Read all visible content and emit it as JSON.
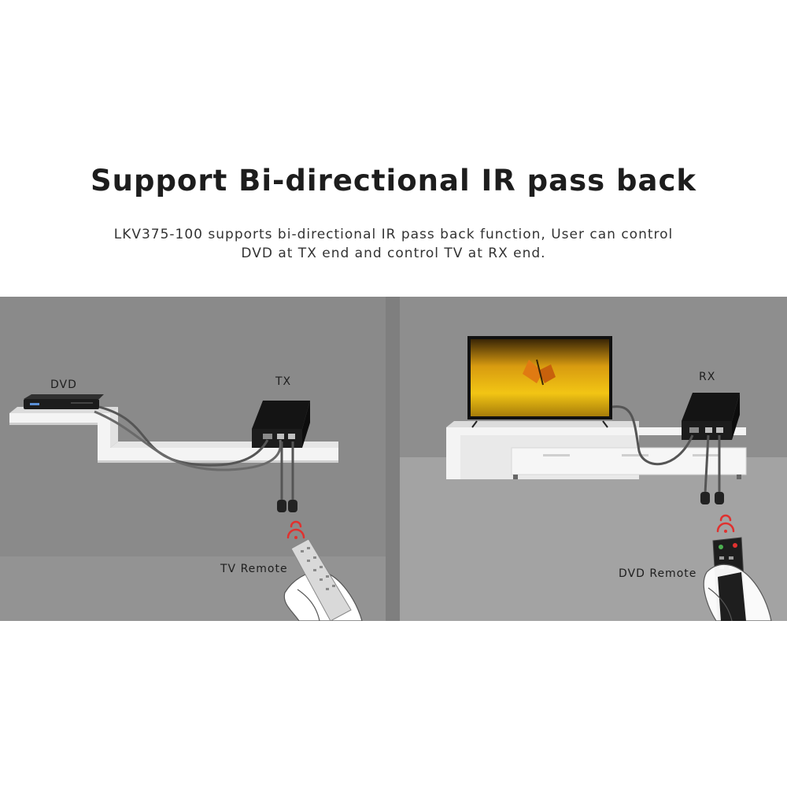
{
  "headline": "Support Bi-directional IR pass back",
  "description": {
    "line1": "LKV375-100 supports bi-directional IR pass back function, User can control",
    "line2": "DVD at TX end and control TV at RX end."
  },
  "left_panel": {
    "dvd_label": "DVD",
    "tx_label": "TX",
    "remote_label": "TV Remote"
  },
  "right_panel": {
    "rx_label": "RX",
    "remote_label": "DVD Remote"
  },
  "colors": {
    "wall": "#8a8a8a",
    "floor": "#9a9a9a",
    "shelf": "#f4f4f4",
    "device": "#1b1b1b",
    "ir_signal": "#e0312f"
  }
}
